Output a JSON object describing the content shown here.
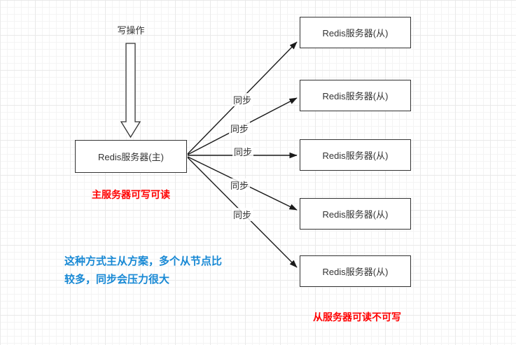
{
  "diagram": {
    "write_op_label": "写操作",
    "master": {
      "label": "Redis服务器(主)"
    },
    "slaves": [
      {
        "label": "Redis服务器(从)"
      },
      {
        "label": "Redis服务器(从)"
      },
      {
        "label": "Redis服务器(从)"
      },
      {
        "label": "Redis服务器(从)"
      },
      {
        "label": "Redis服务器(从)"
      }
    ],
    "sync_labels": [
      "同步",
      "同步",
      "同步",
      "同步",
      "同步"
    ],
    "annotations": {
      "master_note": "主服务器可写可读",
      "bottom_note_line1": "这种方式主从方案，多个从节点比",
      "bottom_note_line2": "较多，同步会压力很大",
      "slave_note": "从服务器可读不可写"
    },
    "colors": {
      "annotation_red": "#ff0000",
      "annotation_blue": "#1788d4",
      "box_border": "#333333",
      "arrow": "#1a1a1a"
    }
  }
}
